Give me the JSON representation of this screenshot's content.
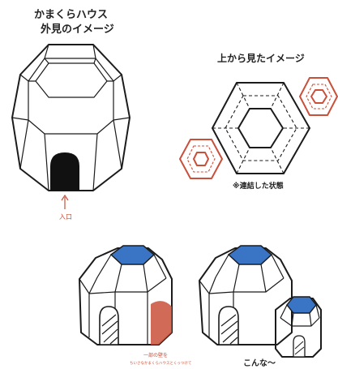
{
  "title": {
    "line1": "かまくらハウス",
    "line2": "外見のイメージ"
  },
  "labels": {
    "entrance": "入口",
    "top_view": "上から見たイメージ",
    "connected": "※連結した状態",
    "partial_note_line1": "一部の壁を",
    "partial_note_line2": "ちいさなかまくらハウスとくっつけて",
    "exclaim": "こんな〜"
  },
  "colors": {
    "ink": "#1b1b1b",
    "accent_red": "#c9503a",
    "roof_blue": "#3a74c4",
    "door_black": "#111111"
  }
}
